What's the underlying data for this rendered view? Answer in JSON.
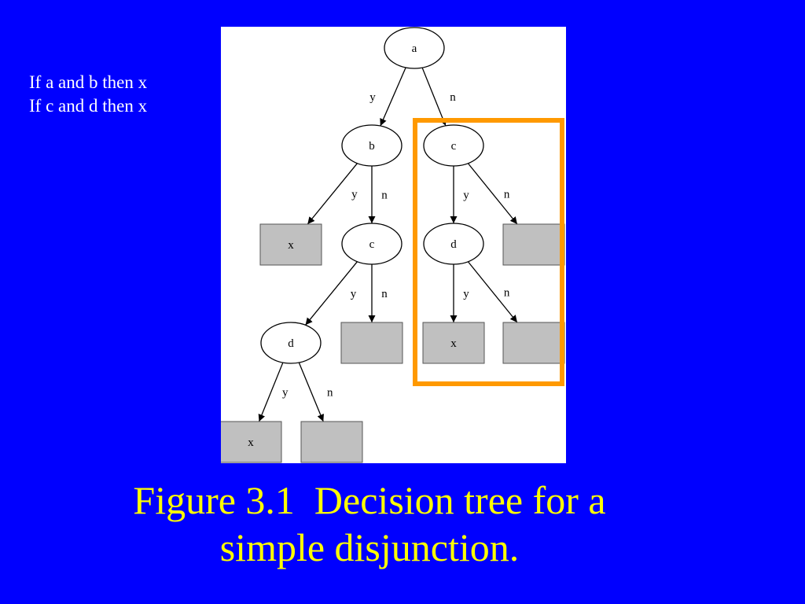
{
  "rules": [
    "If a and b then x",
    "If c and d then x"
  ],
  "caption": {
    "line1": "Figure 3.1  Decision tree for a",
    "line2": "simple disjunction."
  },
  "colors": {
    "background": "#0000ff",
    "caption": "#ffff00",
    "rules_text": "#ffffff",
    "leaf_fill": "#c0c0c0",
    "highlight": "#ff9900"
  },
  "tree": {
    "nodes": [
      {
        "id": "a",
        "label": "a"
      },
      {
        "id": "b",
        "label": "b"
      },
      {
        "id": "c1",
        "label": "c"
      },
      {
        "id": "d1",
        "label": "d"
      },
      {
        "id": "c2",
        "label": "c"
      },
      {
        "id": "d2",
        "label": "d"
      }
    ],
    "leaves": [
      {
        "id": "l1",
        "label": "x"
      },
      {
        "id": "l2",
        "label": ""
      },
      {
        "id": "l3",
        "label": "x"
      },
      {
        "id": "l4",
        "label": ""
      },
      {
        "id": "l5",
        "label": ""
      },
      {
        "id": "l6",
        "label": "x"
      },
      {
        "id": "l7",
        "label": ""
      }
    ],
    "edges": [
      {
        "from": "a",
        "to": "b",
        "label": "y"
      },
      {
        "from": "a",
        "to": "c2",
        "label": "n"
      },
      {
        "from": "b",
        "to": "l1",
        "label": "y"
      },
      {
        "from": "b",
        "to": "c1",
        "label": "n"
      },
      {
        "from": "c1",
        "to": "d1",
        "label": "y"
      },
      {
        "from": "c1",
        "to": "l2",
        "label": "n"
      },
      {
        "from": "d1",
        "to": "l3",
        "label": "y"
      },
      {
        "from": "d1",
        "to": "l4",
        "label": "n"
      },
      {
        "from": "c2",
        "to": "d2",
        "label": "y"
      },
      {
        "from": "c2",
        "to": "l5",
        "label": "n"
      },
      {
        "from": "d2",
        "to": "l6",
        "label": "y"
      },
      {
        "from": "d2",
        "to": "l7",
        "label": "n"
      }
    ]
  }
}
